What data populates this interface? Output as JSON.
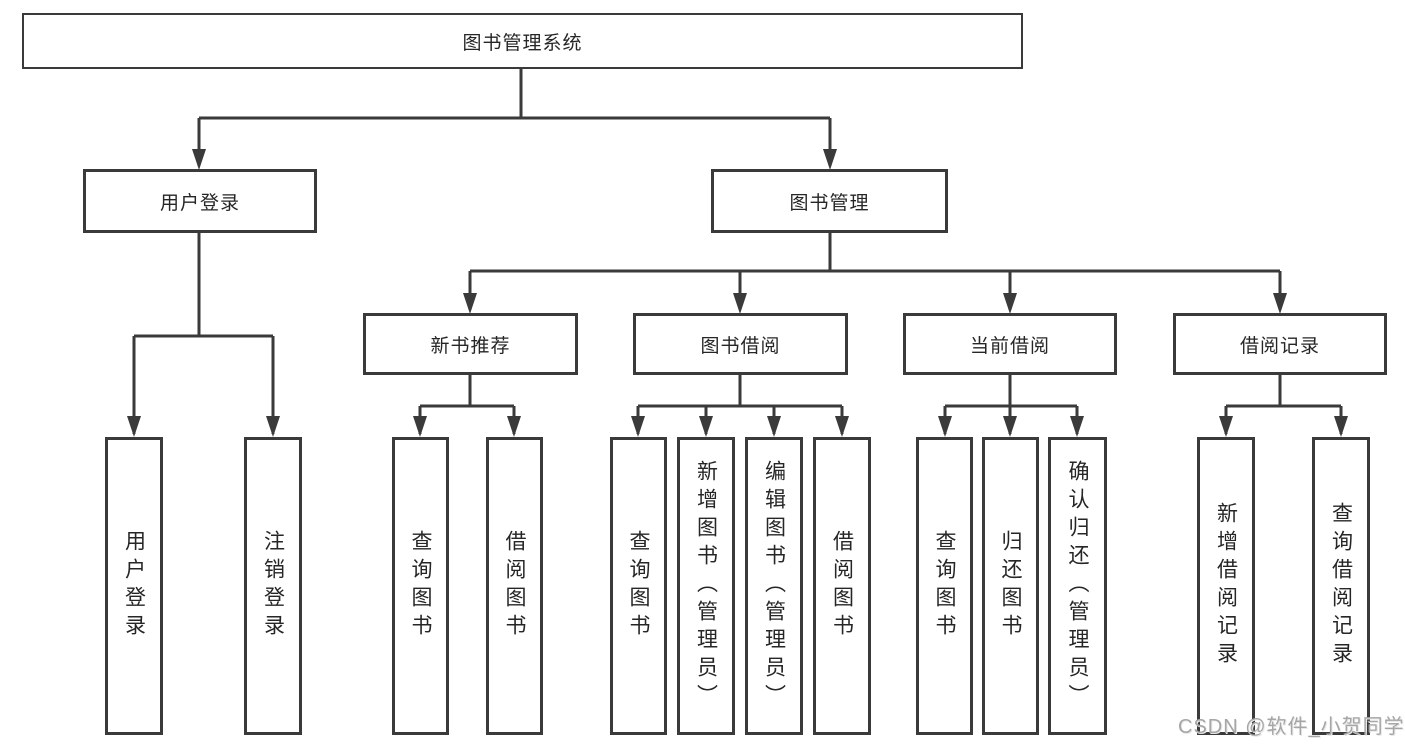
{
  "watermark": "CSDN @软件_小贺同学",
  "colors": {
    "line": "#3a3a3a",
    "text": "#262626",
    "watermark": "#a6a6a6",
    "background": "#ffffff"
  },
  "tree": {
    "label": "图书管理系统",
    "children": [
      {
        "label": "用户登录",
        "children": [
          {
            "label": "用户登录"
          },
          {
            "label": "注销登录"
          }
        ]
      },
      {
        "label": "图书管理",
        "children": [
          {
            "label": "新书推荐",
            "children": [
              {
                "label": "查询图书"
              },
              {
                "label": "借阅图书"
              }
            ]
          },
          {
            "label": "图书借阅",
            "children": [
              {
                "label": "查询图书"
              },
              {
                "label": "新增图书（管理员）"
              },
              {
                "label": "编辑图书（管理员）"
              },
              {
                "label": "借阅图书"
              }
            ]
          },
          {
            "label": "当前借阅",
            "children": [
              {
                "label": "查询图书"
              },
              {
                "label": "归还图书"
              },
              {
                "label": "确认归还（管理员）"
              }
            ]
          },
          {
            "label": "借阅记录",
            "children": [
              {
                "label": "新增借阅记录"
              },
              {
                "label": "查询借阅记录"
              }
            ]
          }
        ]
      }
    ]
  }
}
